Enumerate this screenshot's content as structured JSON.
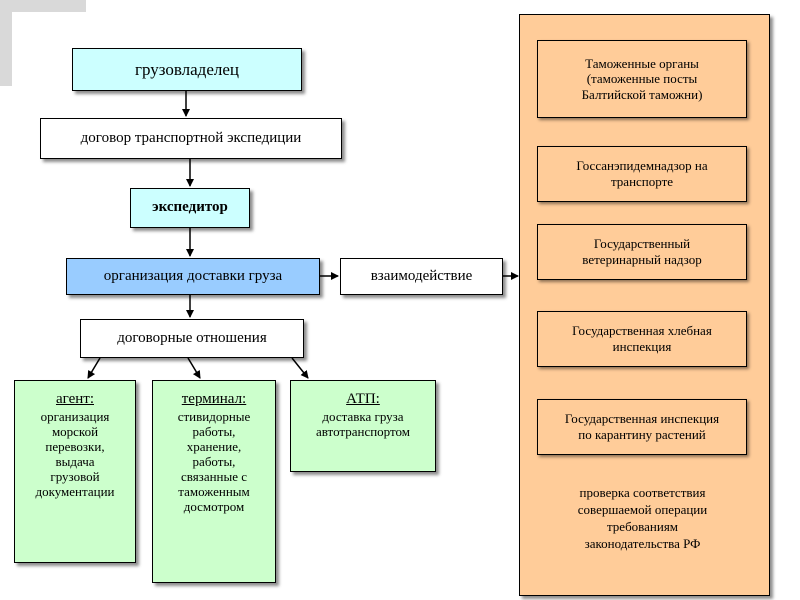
{
  "diagram": {
    "owner": "грузовладелец",
    "contract": "договор транспортной экспедиции",
    "forwarder": "экспедитор",
    "organization": "организация доставки груза",
    "interaction": "взаимодействие",
    "relations": "договорные отношения",
    "agent": {
      "title": "агент:",
      "lines": [
        "организация",
        "морской",
        "перевозки,",
        "выдача",
        "грузовой",
        "документации"
      ]
    },
    "terminal": {
      "title": "терминал:",
      "lines": [
        "стивидорные",
        "работы,",
        "хранение,",
        "работы,",
        "связанные с",
        "таможенным",
        "досмотром"
      ]
    },
    "atp": {
      "title": "АТП:",
      "lines": [
        "доставка груза",
        "автотранспортом"
      ]
    }
  },
  "agencies": [
    {
      "lines": [
        "Таможенные органы",
        "(таможенные посты",
        "Балтийской таможни)"
      ]
    },
    {
      "lines": [
        "Госсанэпидемнадзор на",
        "транспорте"
      ]
    },
    {
      "lines": [
        "Государственный",
        "ветеринарный надзор"
      ]
    },
    {
      "lines": [
        "Государственная хлебная",
        "инспекция"
      ]
    },
    {
      "lines": [
        "Государственная инспекция",
        "по карантину растений"
      ]
    }
  ],
  "footnote": [
    "проверка соответствия",
    "совершаемой операции",
    "требованиям",
    "законодательства РФ"
  ],
  "colors": {
    "cyan": "#ccffff",
    "blue": "#99ccff",
    "green": "#ccffcc",
    "orange": "#ffcc99"
  }
}
